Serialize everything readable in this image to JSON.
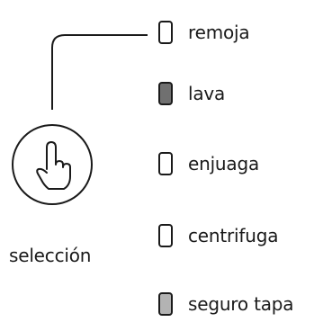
{
  "selector": {
    "label": "selección",
    "icon": "hand-pointer-icon"
  },
  "programs": [
    {
      "label": "remoja",
      "led_color": "#ffffff"
    },
    {
      "label": "lava",
      "led_color": "#707070"
    },
    {
      "label": "enjuaga",
      "led_color": "#ffffff"
    },
    {
      "label": "centrifuga",
      "led_color": "#ffffff"
    },
    {
      "label": "seguro tapa",
      "led_color": "#b3b3b3"
    }
  ]
}
